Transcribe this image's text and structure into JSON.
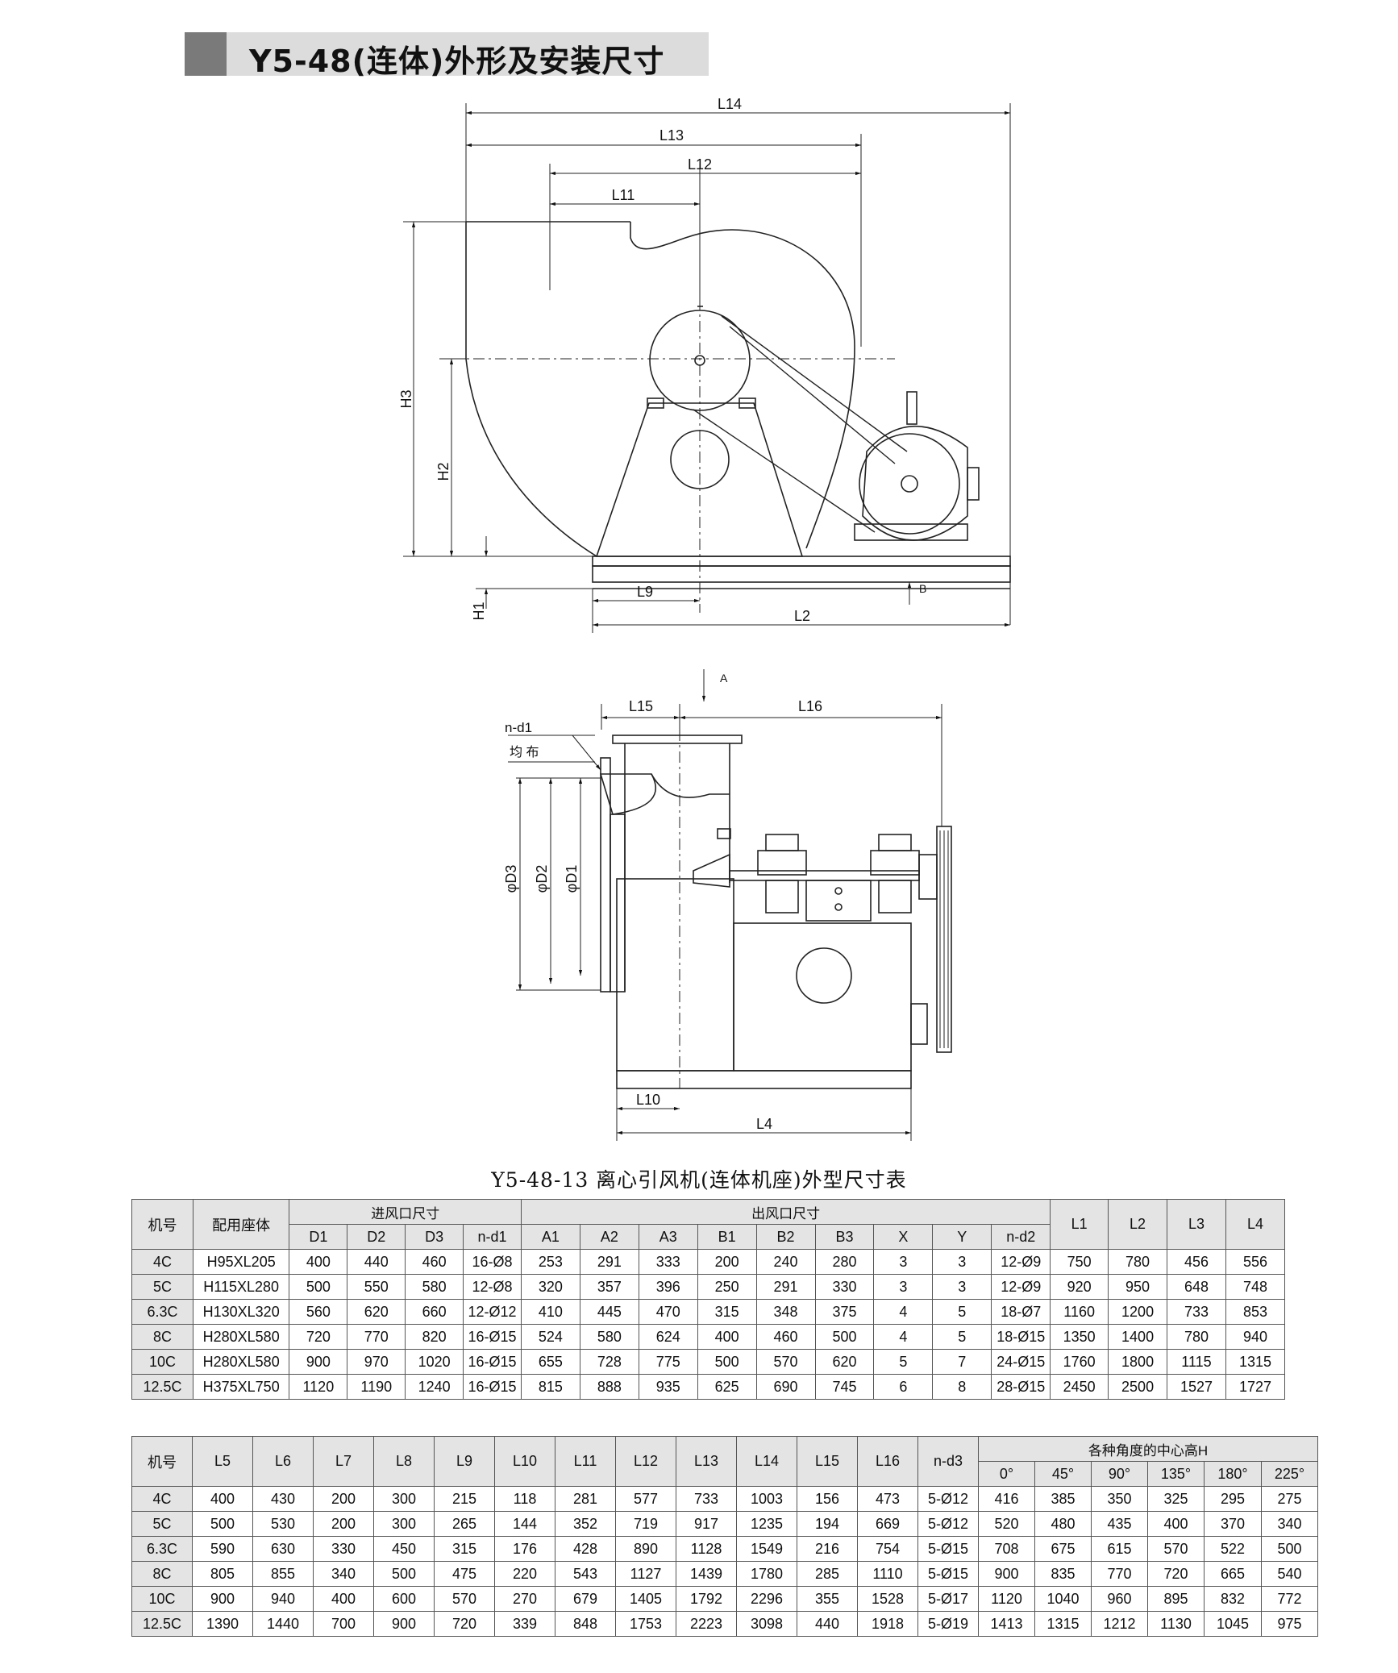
{
  "title": "Y5-48(连体)外形及安装尺寸",
  "drawing": {
    "top_labels": [
      "L14",
      "L13",
      "L12",
      "L11",
      "H3",
      "H2",
      "H1",
      "L9",
      "L2",
      "B"
    ],
    "bottom_labels": [
      "A",
      "L15",
      "L16",
      "n-d1",
      "均 布",
      "φD3",
      "φD2",
      "φD1",
      "L10",
      "L4"
    ]
  },
  "caption": "Y5-48-13 离心引风机(连体机座)外型尺寸表",
  "table1": {
    "group_inlet": "进风口尺寸",
    "group_outlet": "出风口尺寸",
    "h_model": "机号",
    "h_base": "配用座体",
    "inlet_cols": [
      "D1",
      "D2",
      "D3",
      "n-d1"
    ],
    "outlet_cols": [
      "A1",
      "A2",
      "A3",
      "B1",
      "B2",
      "B3",
      "X",
      "Y",
      "n-d2"
    ],
    "tail_cols": [
      "L1",
      "L2",
      "L3",
      "L4"
    ],
    "rows": [
      [
        "4C",
        "H95XL205",
        "400",
        "440",
        "460",
        "16-Ø8",
        "253",
        "291",
        "333",
        "200",
        "240",
        "280",
        "3",
        "3",
        "12-Ø9",
        "750",
        "780",
        "456",
        "556"
      ],
      [
        "5C",
        "H115XL280",
        "500",
        "550",
        "580",
        "12-Ø8",
        "320",
        "357",
        "396",
        "250",
        "291",
        "330",
        "3",
        "3",
        "12-Ø9",
        "920",
        "950",
        "648",
        "748"
      ],
      [
        "6.3C",
        "H130XL320",
        "560",
        "620",
        "660",
        "12-Ø12",
        "410",
        "445",
        "470",
        "315",
        "348",
        "375",
        "4",
        "5",
        "18-Ø7",
        "1160",
        "1200",
        "733",
        "853"
      ],
      [
        "8C",
        "H280XL580",
        "720",
        "770",
        "820",
        "16-Ø15",
        "524",
        "580",
        "624",
        "400",
        "460",
        "500",
        "4",
        "5",
        "18-Ø15",
        "1350",
        "1400",
        "780",
        "940"
      ],
      [
        "10C",
        "H280XL580",
        "900",
        "970",
        "1020",
        "16-Ø15",
        "655",
        "728",
        "775",
        "500",
        "570",
        "620",
        "5",
        "7",
        "24-Ø15",
        "1760",
        "1800",
        "1115",
        "1315"
      ],
      [
        "12.5C",
        "H375XL750",
        "1120",
        "1190",
        "1240",
        "16-Ø15",
        "815",
        "888",
        "935",
        "625",
        "690",
        "745",
        "6",
        "8",
        "28-Ø15",
        "2450",
        "2500",
        "1527",
        "1727"
      ]
    ]
  },
  "table2": {
    "h_model": "机号",
    "cols": [
      "L5",
      "L6",
      "L7",
      "L8",
      "L9",
      "L10",
      "L11",
      "L12",
      "L13",
      "L14",
      "L15",
      "L16",
      "n-d3"
    ],
    "group_h": "各种角度的中心高H",
    "angle_cols": [
      "0°",
      "45°",
      "90°",
      "135°",
      "180°",
      "225°"
    ],
    "rows": [
      [
        "4C",
        "400",
        "430",
        "200",
        "300",
        "215",
        "118",
        "281",
        "577",
        "733",
        "1003",
        "156",
        "473",
        "5-Ø12",
        "416",
        "385",
        "350",
        "325",
        "295",
        "275"
      ],
      [
        "5C",
        "500",
        "530",
        "200",
        "300",
        "265",
        "144",
        "352",
        "719",
        "917",
        "1235",
        "194",
        "669",
        "5-Ø12",
        "520",
        "480",
        "435",
        "400",
        "370",
        "340"
      ],
      [
        "6.3C",
        "590",
        "630",
        "330",
        "450",
        "315",
        "176",
        "428",
        "890",
        "1128",
        "1549",
        "216",
        "754",
        "5-Ø15",
        "708",
        "675",
        "615",
        "570",
        "522",
        "500"
      ],
      [
        "8C",
        "805",
        "855",
        "340",
        "500",
        "475",
        "220",
        "543",
        "1127",
        "1439",
        "1780",
        "285",
        "1110",
        "5-Ø15",
        "900",
        "835",
        "770",
        "720",
        "665",
        "540"
      ],
      [
        "10C",
        "900",
        "940",
        "400",
        "600",
        "570",
        "270",
        "679",
        "1405",
        "1792",
        "2296",
        "355",
        "1528",
        "5-Ø17",
        "1120",
        "1040",
        "960",
        "895",
        "832",
        "772"
      ],
      [
        "12.5C",
        "1390",
        "1440",
        "700",
        "900",
        "720",
        "339",
        "848",
        "1753",
        "2223",
        "3098",
        "440",
        "1918",
        "5-Ø19",
        "1413",
        "1315",
        "1212",
        "1130",
        "1045",
        "975"
      ]
    ]
  }
}
